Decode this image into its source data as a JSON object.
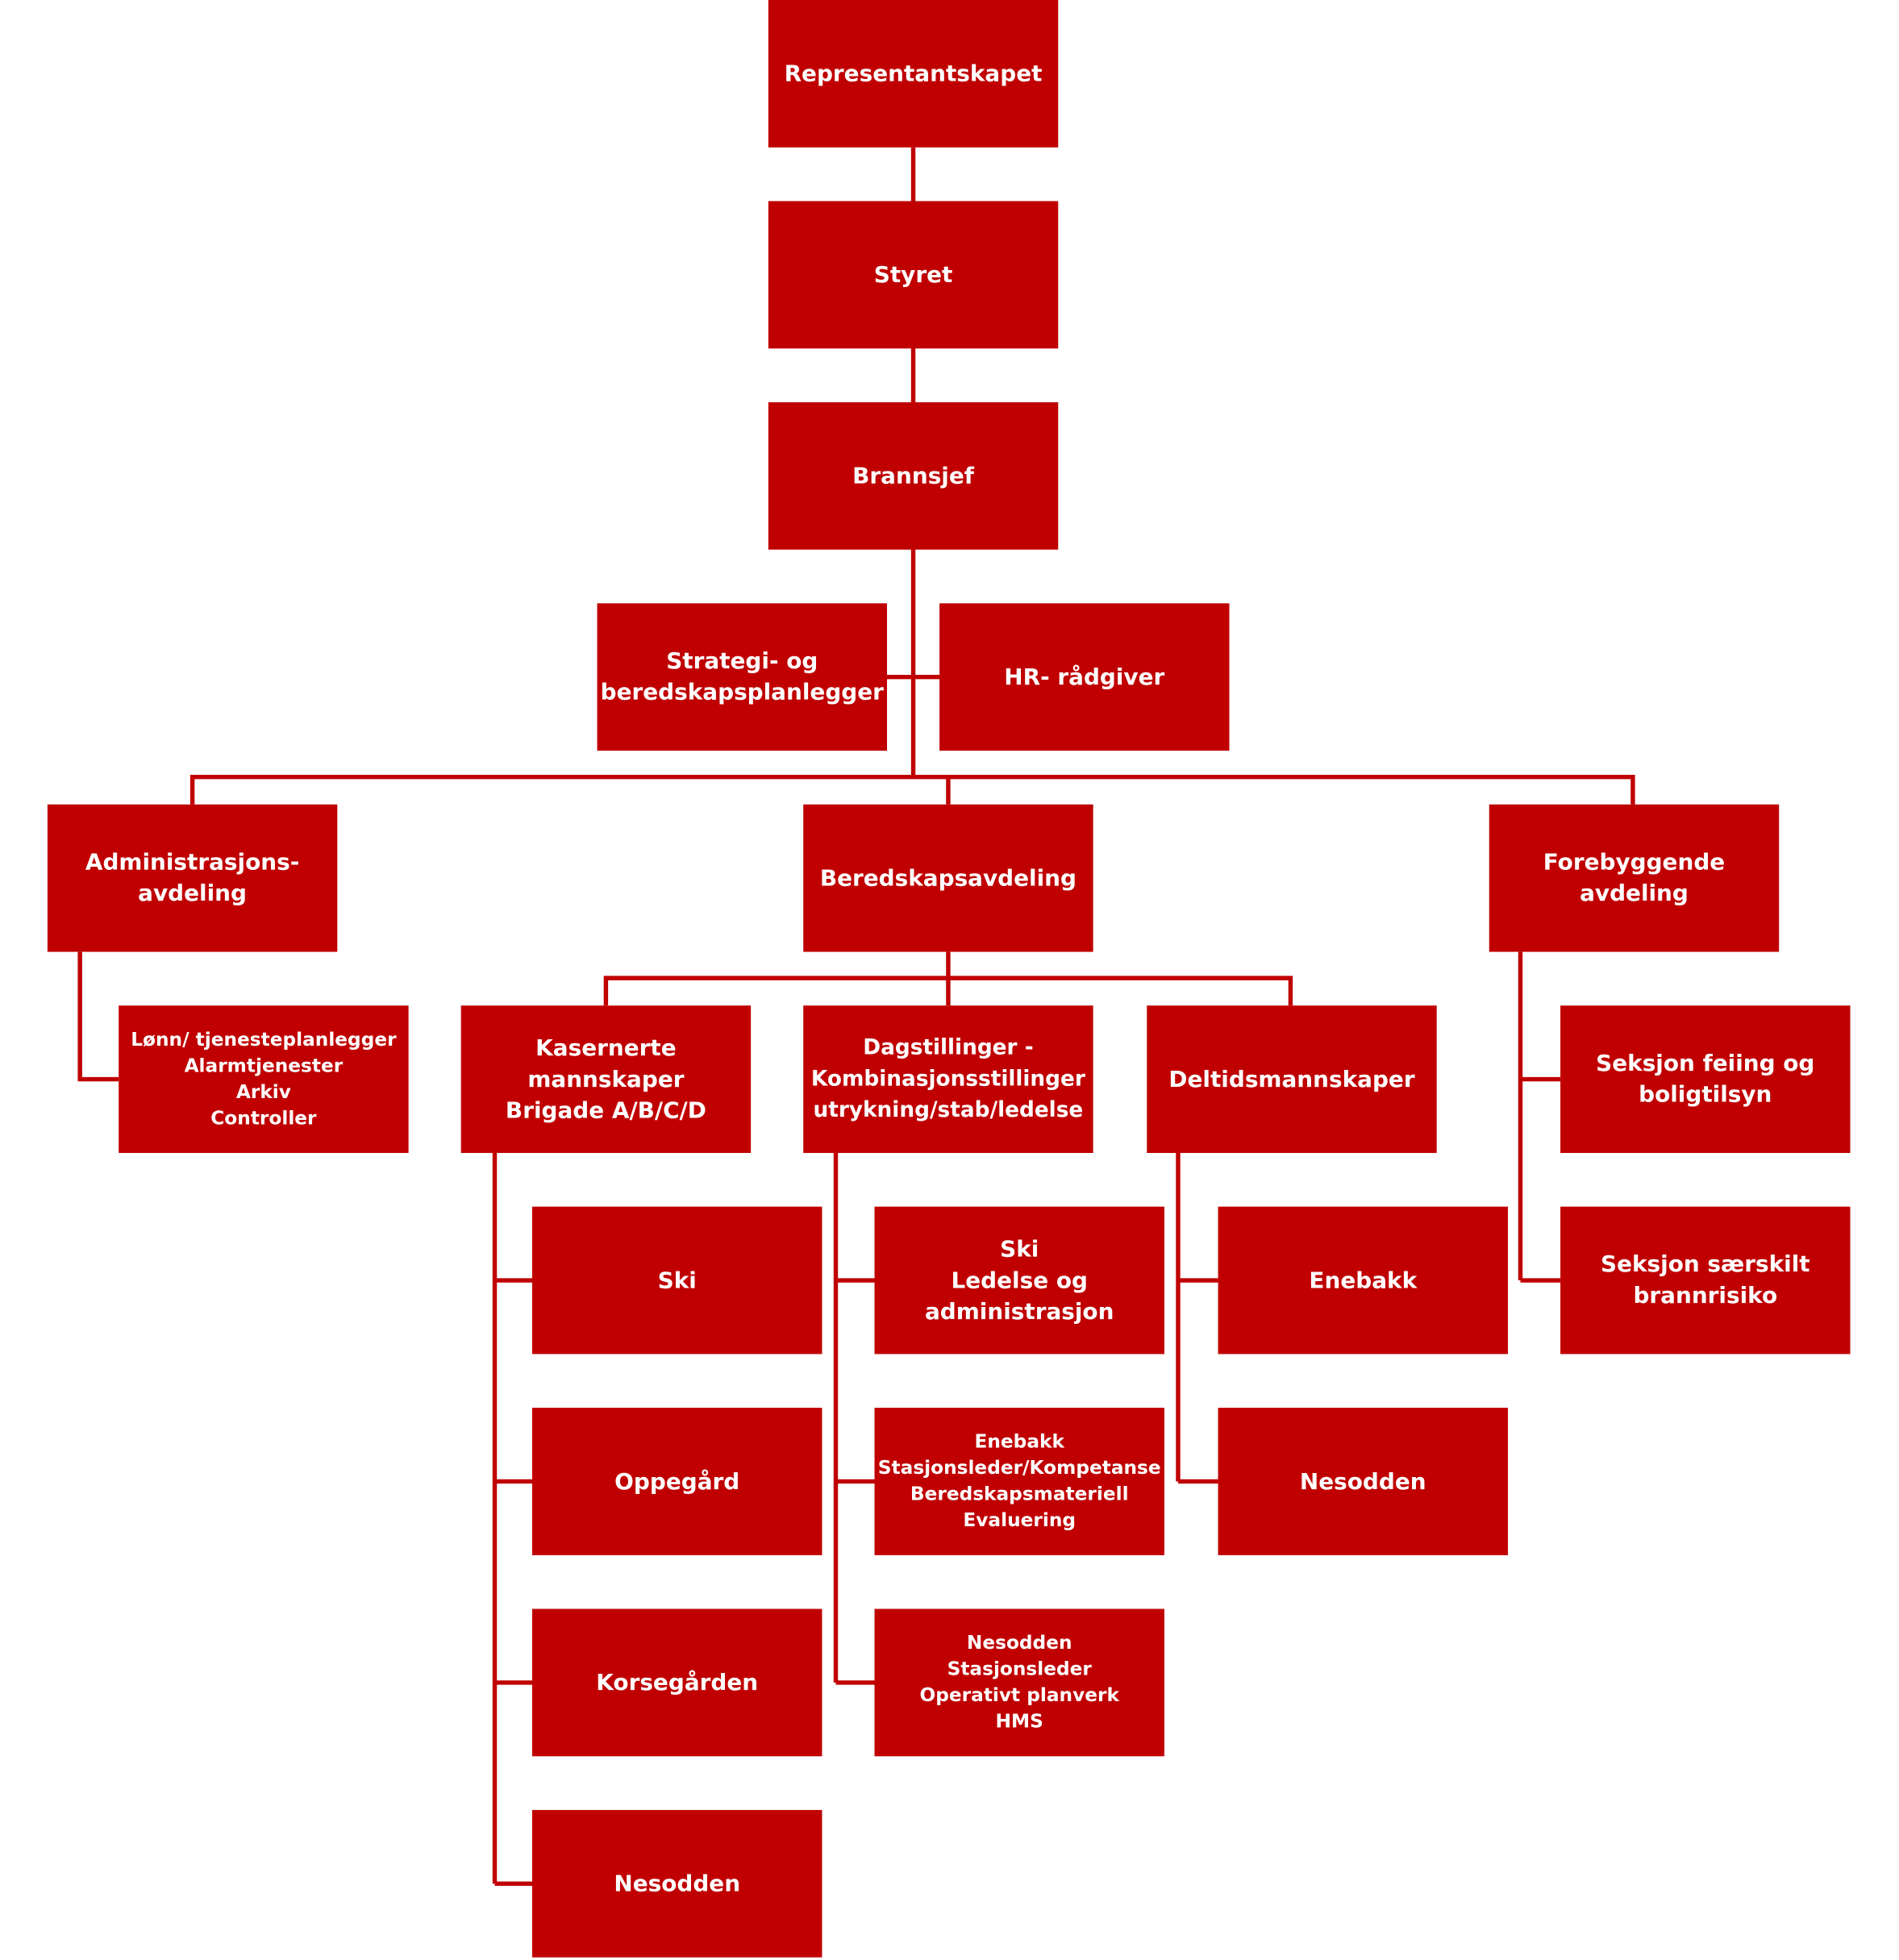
{
  "colors": {
    "box": "#c00000",
    "line": "#c00000",
    "text": "#ffffff"
  },
  "nodes": {
    "representantskapet": "Representantskapet",
    "styret": "Styret",
    "brannsjef": "Brannsjef",
    "strategi": "Strategi- og\nberedskapsplanlegger",
    "hr": "HR- rådgiver",
    "administrasjon": "Administrasjons-\navdeling",
    "beredskap": "Beredskapsavdeling",
    "forebyggende": "Forebyggende\navdeling",
    "lonn": "Lønn/ tjenesteplanlegger\nAlarmtjenester\nArkiv\nController",
    "kasernerte": "Kasernerte\nmannskaper\nBrigade A/B/C/D",
    "dagstillinger": "Dagstillinger -\nKombinasjonsstillinger\nutrykning/stab/ledelse",
    "deltid": "Deltidsmannskaper",
    "seksjon_feiing": "Seksjon feiing og\nboligtilsyn",
    "seksjon_sarskilt": "Seksjon særskilt\nbrannrisiko",
    "kas_ski": "Ski",
    "kas_oppegard": "Oppegård",
    "kas_korsegarden": "Korsegården",
    "kas_nesodden": "Nesodden",
    "dag_ski": "Ski\nLedelse og\nadministrasjon",
    "dag_enebakk": "Enebakk\nStasjonsleder/Kompetanse\nBeredskapsmateriell\nEvaluering",
    "dag_nesodden": "Nesodden\nStasjonsleder\nOperativt planverk\nHMS",
    "del_enebakk": "Enebakk",
    "del_nesodden": "Nesodden"
  }
}
